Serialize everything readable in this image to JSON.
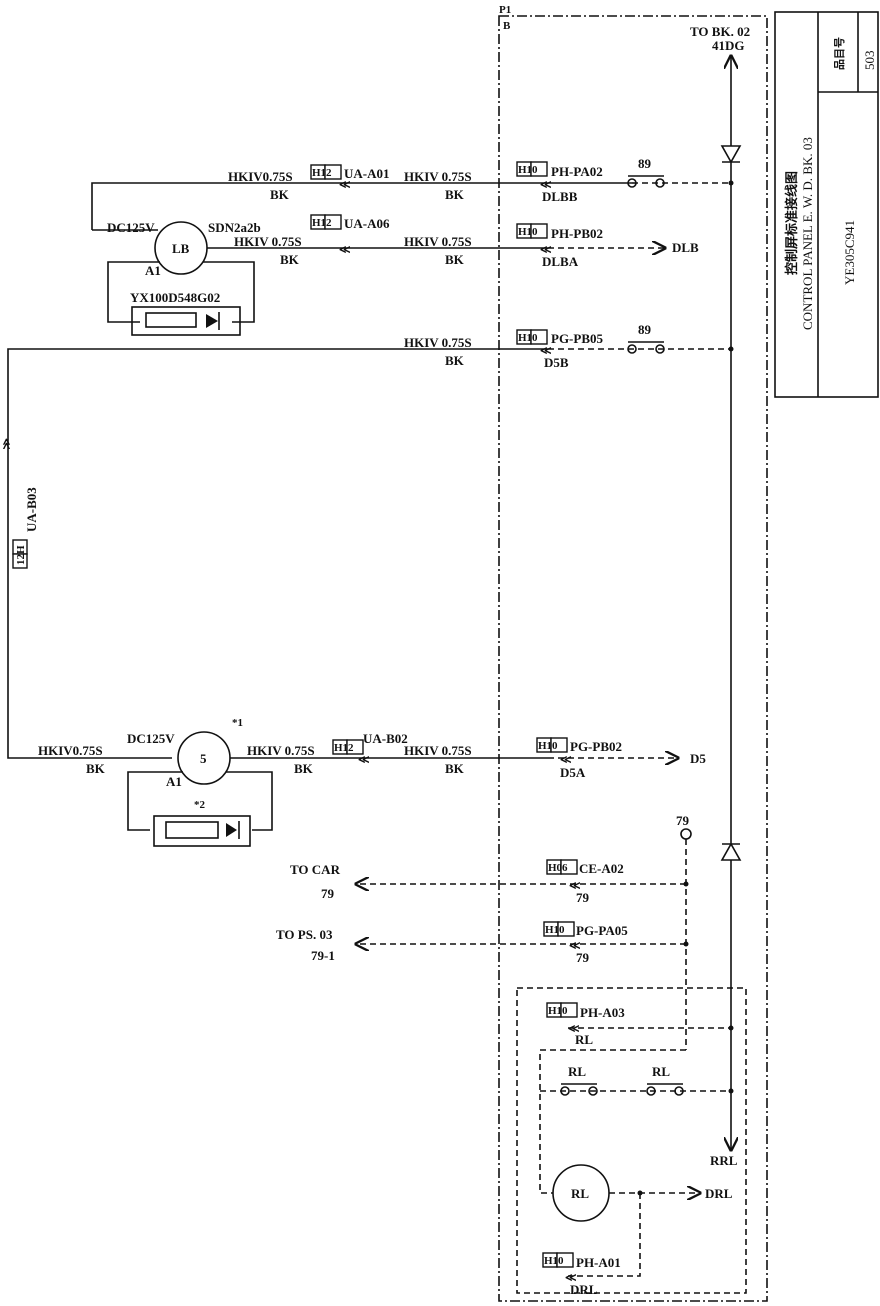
{
  "panel": {
    "p1": "P1",
    "b": "B"
  },
  "title_block": {
    "title_cn": "控制屏标准接线图",
    "title_en": "CONTROL PANEL E. W. D. BK. 03",
    "drawing_no": "YE305C941",
    "item_no_label": "品目号",
    "item_no": "503"
  },
  "top_ref": {
    "line1": "TO BK. 02",
    "line2": "41DG"
  },
  "wires": {
    "hkiv": "HKIV0.75S",
    "hkiv_spaced": "HKIV 0.75S",
    "bk": "BK"
  },
  "connectors": {
    "h12": "H12",
    "h10": "H10",
    "h06": "H06",
    "h12_rot": "12H",
    "ua_a01": "UA-A01",
    "ua_a06": "UA-A06",
    "ua_b02": "UA-B02",
    "ua_b03": "UA-B03",
    "ph_pa02": "PH-PA02",
    "ph_pb02": "PH-PB02",
    "pg_pb05": "PG-PB05",
    "pg_pb02": "PG-PB02",
    "ce_a02": "CE-A02",
    "pg_pa05": "PG-PA05",
    "ph_a03": "PH-A03",
    "ph_a01": "PH-A01"
  },
  "signals": {
    "dlbb": "DLBB",
    "dlba": "DLBA",
    "dlb": "DLB",
    "d5b": "D5B",
    "d5a": "D5A",
    "d5": "D5",
    "s79": "79",
    "s79_1": "79-1",
    "rl": "RL",
    "rrl": "RRL",
    "drl": "DRL"
  },
  "contacts": {
    "c89": "89",
    "rl": "RL",
    "s79": "79"
  },
  "lamp_lb": {
    "name": "LB",
    "voltage": "DC125V",
    "part": "SDN2a2b",
    "terminal": "A1",
    "module": "YX100D548G02"
  },
  "lamp_5": {
    "name": "5",
    "voltage": "DC125V",
    "terminal": "A1",
    "note1": "*1",
    "note2": "*2"
  },
  "relay_rl": {
    "name": "RL"
  },
  "outputs": {
    "to_car": "TO CAR",
    "to_car_sig": "79",
    "to_ps": "TO PS. 03",
    "to_ps_sig": "79-1"
  }
}
